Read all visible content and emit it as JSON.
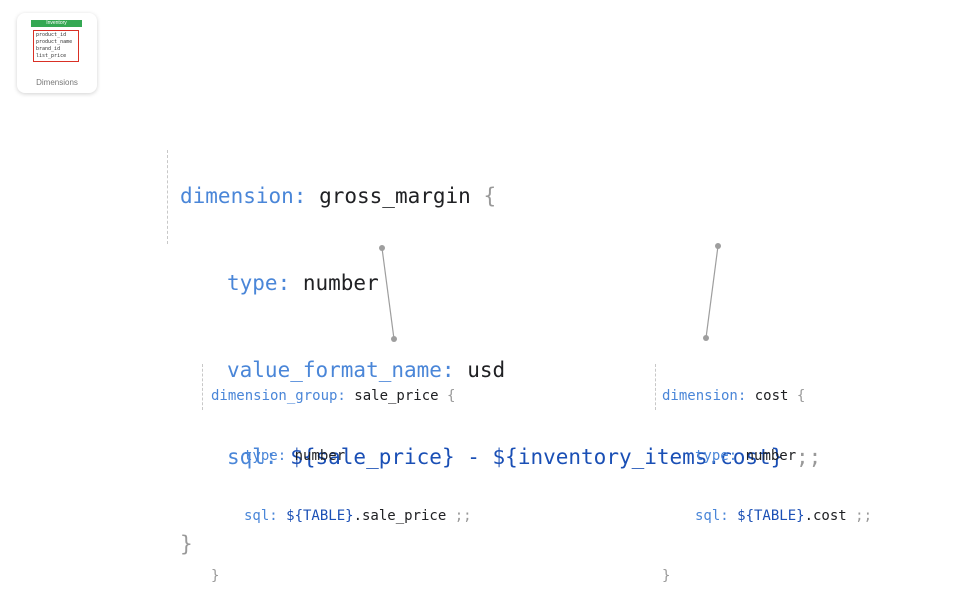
{
  "thumbnail": {
    "header": "Inventory",
    "fields": [
      "product_id",
      "product_name",
      "brand_id",
      "list_price"
    ],
    "caption": "Dimensions"
  },
  "main_code": {
    "l1_kw": "dimension:",
    "l1_name": " gross_margin ",
    "l1_brace": "{",
    "l2_kw": "type:",
    "l2_val": " number",
    "l3_kw": "value_format_name:",
    "l3_val": " usd",
    "l4_kw": "sql:",
    "l4_ref1": " ${sale_price}",
    "l4_op": " - ",
    "l4_ref2": "${inventory_items.cost}",
    "l4_end": " ;;",
    "l5_brace": "}"
  },
  "left_code": {
    "l1_kw": "dimension_group:",
    "l1_name": " sale_price ",
    "l1_brace": "{",
    "l2_kw": "type:",
    "l2_val": " number",
    "l3_kw": "sql:",
    "l3_ref": " ${TABLE}",
    "l3_val": ".sale_price",
    "l3_end": " ;;",
    "l4_brace": "}"
  },
  "right_code": {
    "l1_kw": "dimension:",
    "l1_name": " cost ",
    "l1_brace": "{",
    "l2_kw": "type:",
    "l2_val": " number",
    "l3_kw": "sql:",
    "l3_ref": " ${TABLE}",
    "l3_val": ".cost",
    "l3_end": " ;;",
    "l4_brace": "}"
  },
  "colors": {
    "keyword": "#4a86d8",
    "reference": "#1a4fb5",
    "punctuation": "#999999",
    "thumbnail_header": "#34a853",
    "thumbnail_border": "#d93025"
  }
}
